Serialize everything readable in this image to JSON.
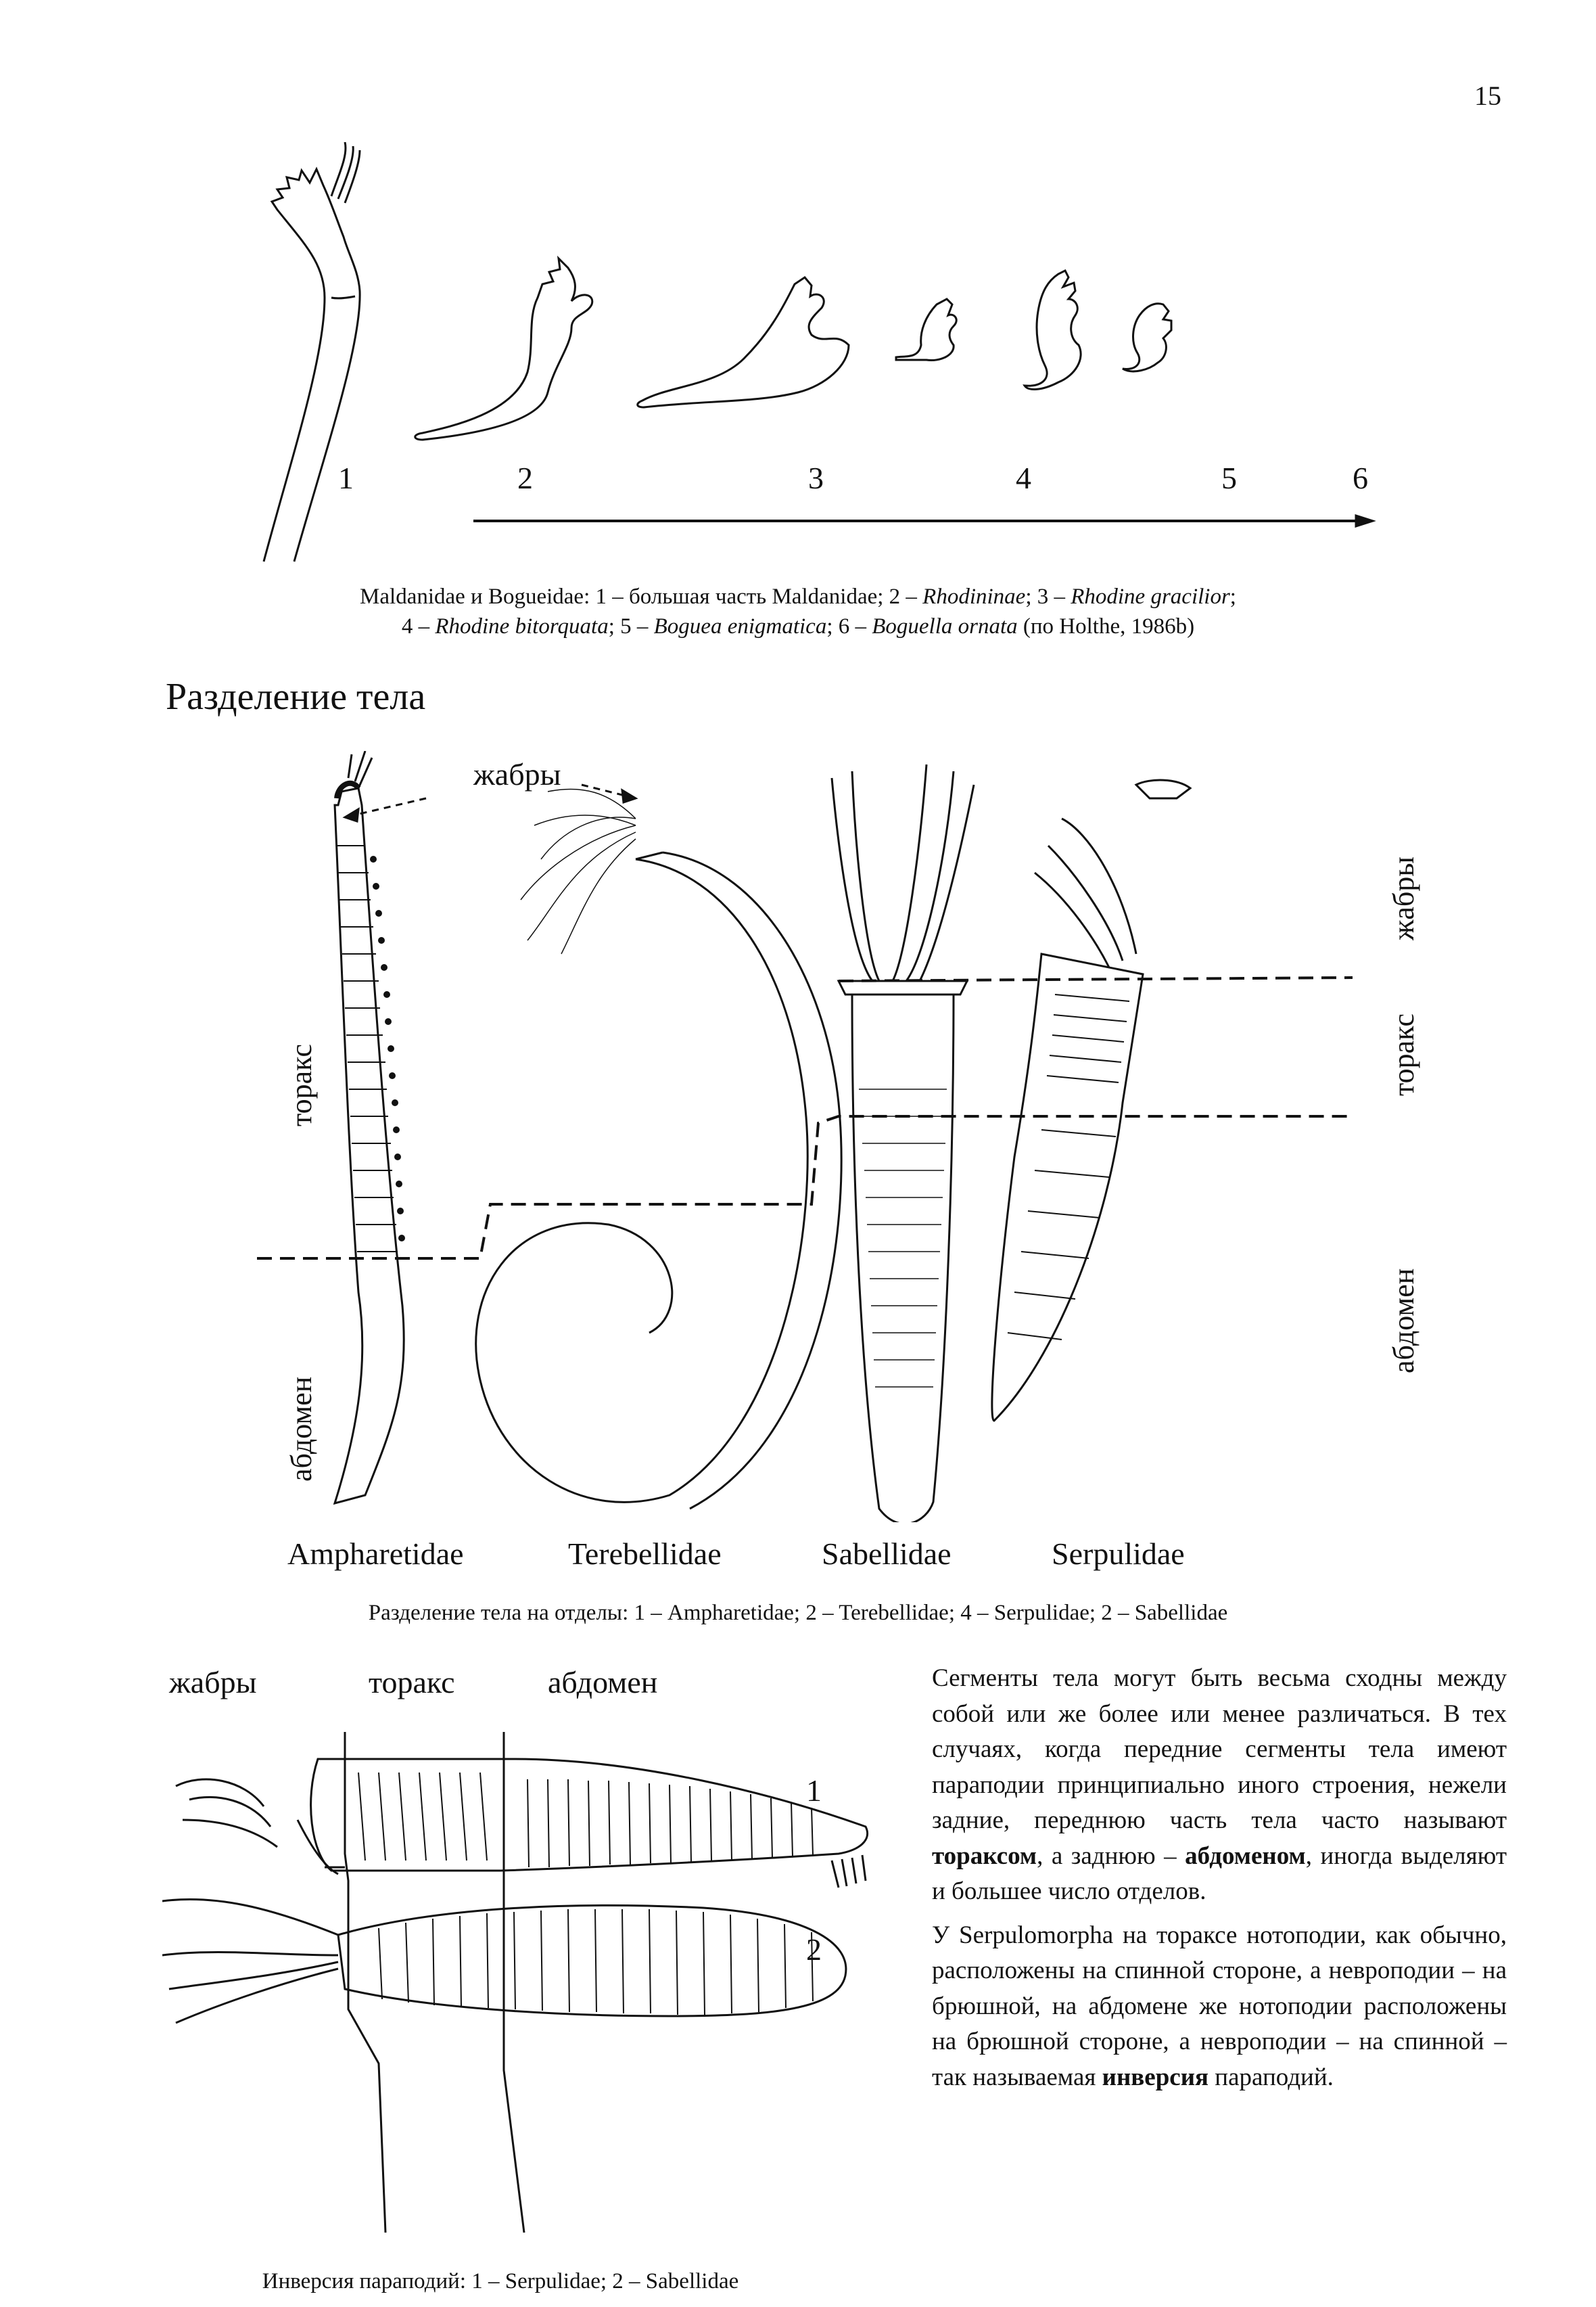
{
  "page_number": "15",
  "figure1": {
    "numbers": [
      "1",
      "2",
      "3",
      "4",
      "5",
      "6"
    ],
    "caption_line1_a": "Maldanidae и Bogueidae: 1 – большая часть Maldanidae; 2 – ",
    "caption_line1_b": "Rhodininae",
    "caption_line1_c": "; 3 – ",
    "caption_line1_d": "Rhodine gracilior",
    "caption_line1_e": ";",
    "caption_line2_a": "4 – ",
    "caption_line2_b": "Rhodine bitorquata",
    "caption_line2_c": "; 5 – ",
    "caption_line2_d": "Boguea enigmatica",
    "caption_line2_e": "; 6 – ",
    "caption_line2_f": "Boguella ornata",
    "caption_line2_g": " (по Holthe, 1986b)"
  },
  "section_title": "Разделение тела",
  "figure2": {
    "label_gills": "жабры",
    "label_gills_right": "жабры",
    "label_thorax_left": "торакс",
    "label_thorax_right": "торакс",
    "label_abdomen_left": "абдомен",
    "label_abdomen_right": "абдомен",
    "families": [
      "Ampharetidae",
      "Terebellidae",
      "Sabellidae",
      "Serpulidae"
    ],
    "caption": "Разделение тела на отделы: 1 –  Ampharetidae; 2 – Terebellidae; 4 – Serpulidae; 2 – Sabellidae"
  },
  "figure3": {
    "label_gills": "жабры",
    "label_thorax": "торакс",
    "label_abdomen": "абдомен",
    "num1": "1",
    "num2": "2",
    "caption": "Инверсия параподий: 1 – Serpulidae; 2 – Sabellidae"
  },
  "body": {
    "p1_a": "Сегменты тела могут быть весьма сходны между собой или же более или менее различаться. В тех случаях, когда передние сегменты тела имеют параподии принципиально иного строения, нежели задние, переднюю часть тела часто называют ",
    "p1_b": "тораксом",
    "p1_c": ", а заднюю – ",
    "p1_d": "абдоменом",
    "p1_e": ", иногда выделяют и большее число отделов.",
    "p2_a": "У Serpulomorpha на тораксе нотоподии, как обычно, расположены на спинной стороне, а невроподии – на брюшной, на абдомене же нотоподии расположены на брюшной стороне, а невроподии – на спинной – так называемая ",
    "p2_b": "инверсия",
    "p2_c": " параподий."
  }
}
